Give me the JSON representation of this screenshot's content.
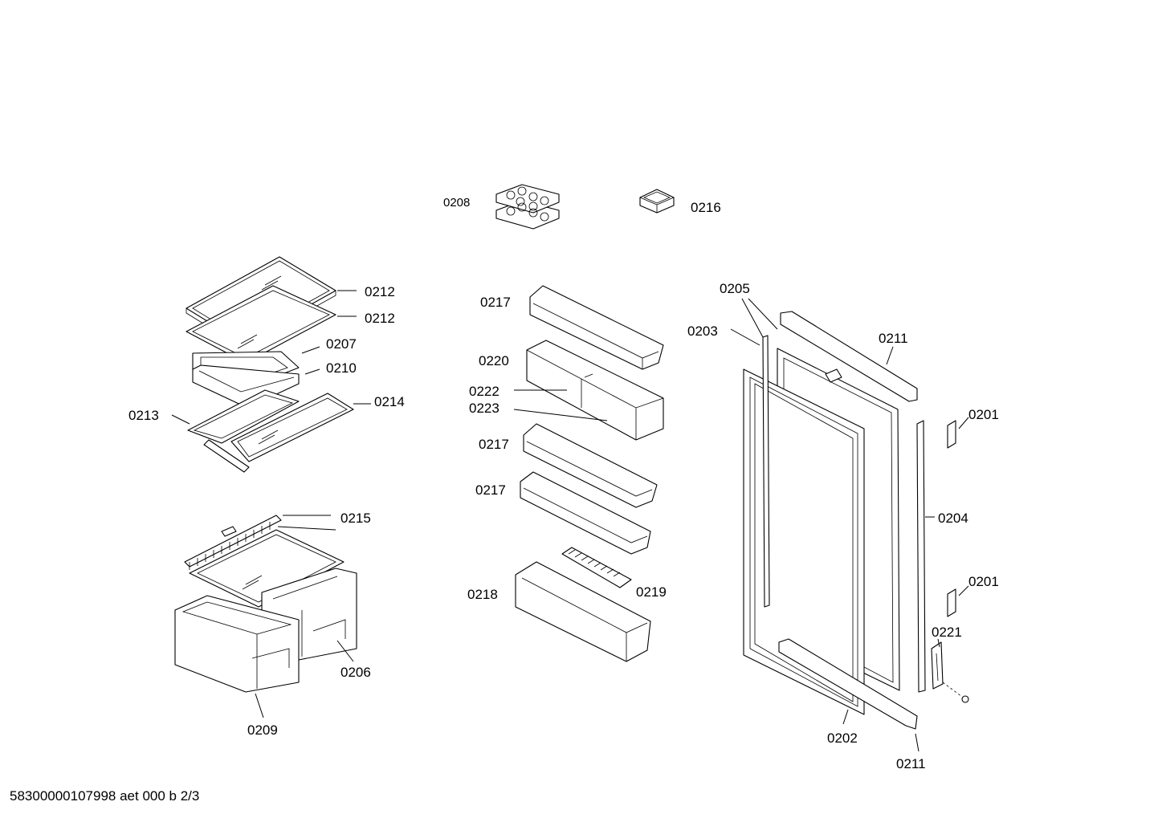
{
  "footer_text": "58300000107998 aet 000 b 2/3",
  "labels": {
    "l0208": "0208",
    "l0216": "0216",
    "l0212a": "0212",
    "l0212b": "0212",
    "l0207": "0207",
    "l0210": "0210",
    "l0214": "0214",
    "l0213": "0213",
    "l0215": "0215",
    "l0206": "0206",
    "l0209": "0209",
    "l0217a": "0217",
    "l0220": "0220",
    "l0222": "0222",
    "l0223": "0223",
    "l0217b": "0217",
    "l0217c": "0217",
    "l0218": "0218",
    "l0219": "0219",
    "l0205": "0205",
    "l0203": "0203",
    "l0211a": "0211",
    "l0201a": "0201",
    "l0204": "0204",
    "l0201b": "0201",
    "l0221": "0221",
    "l0202": "0202",
    "l0211b": "0211"
  }
}
